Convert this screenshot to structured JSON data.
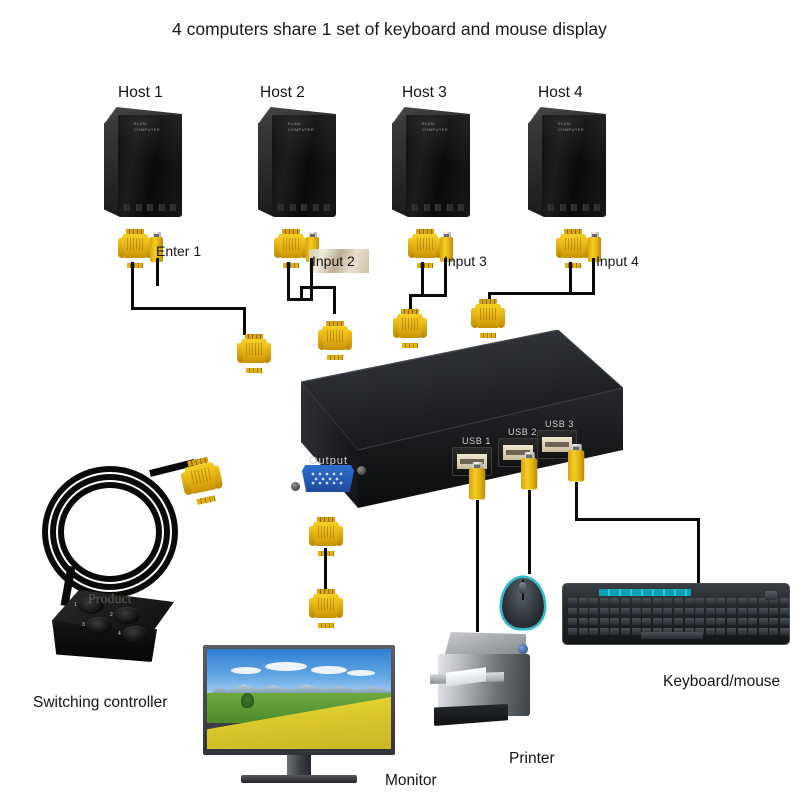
{
  "title": "4 computers share 1 set of keyboard and mouse display",
  "hosts": [
    {
      "label": "Host 1",
      "port_label": "Enter 1"
    },
    {
      "label": "Host 2",
      "port_label": "Input 2"
    },
    {
      "label": "Host 3",
      "port_label": "Input 3"
    },
    {
      "label": "Host 4",
      "port_label": "Input 4"
    }
  ],
  "host_brand": "ELAN.\nCOMPUTER",
  "kvm": {
    "output_label": "Output",
    "usb_ports": [
      "USB 1",
      "USB 2",
      "USB 3"
    ]
  },
  "watermark": "Product",
  "devices": {
    "controller": "Switching controller",
    "monitor": "Monitor",
    "printer": "Printer",
    "keyboard_mouse": "Keyboard/mouse"
  },
  "controller_buttons": [
    "1",
    "2",
    "3",
    "4"
  ],
  "colors": {
    "connector_yellow": "#edb914",
    "vga_blue": "#2a63c4",
    "wire_black": "#0a0a0a",
    "device_black": "#151515",
    "accent_cyan": "#2fb9c9",
    "background": "#ffffff"
  }
}
